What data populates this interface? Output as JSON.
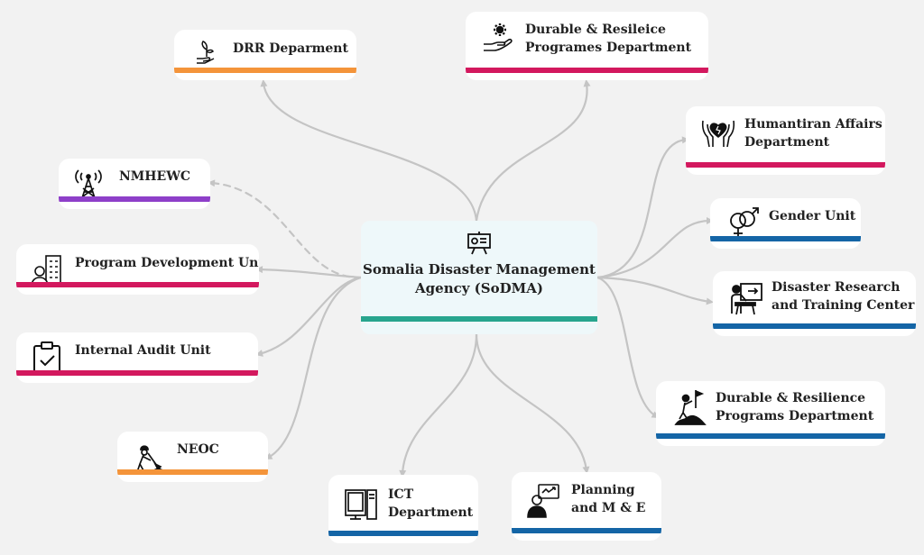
{
  "colors": {
    "orange": "#f4943a",
    "crimson": "#d3185e",
    "purple": "#8e3fc9",
    "blue": "#1465a6",
    "teal": "#27a58e",
    "connector": "#c4c4c4"
  },
  "center": {
    "line1": "Somalia Disaster Management",
    "line2": "Agency (SoDMA)",
    "icon": "presentation-board-icon"
  },
  "nodes": {
    "drr": {
      "line1": "DRR Deparment",
      "icon": "hand-plant-icon",
      "bar": "orange"
    },
    "durable_top": {
      "line1": "Durable & Resileice",
      "line2": "Programes Department",
      "icon": "hand-gear-icon",
      "bar": "crimson"
    },
    "humanitarian": {
      "line1": "Humantiran Affairs",
      "line2": "Department",
      "icon": "hands-heart-icon",
      "bar": "crimson"
    },
    "nmhewc": {
      "line1": "NMHEWC",
      "icon": "radio-tower-icon",
      "bar": "purple"
    },
    "gender": {
      "line1": "Gender Unit",
      "icon": "gender-symbol-icon",
      "bar": "blue"
    },
    "program_dev": {
      "line1": "Program Development Unit",
      "icon": "person-building-icon",
      "bar": "crimson"
    },
    "research": {
      "line1": "Disaster Research",
      "line2": "and Training Center",
      "icon": "teacher-board-icon",
      "bar": "blue"
    },
    "audit": {
      "line1": "Internal Audit Unit",
      "icon": "clipboard-check-icon",
      "bar": "crimson"
    },
    "durable_right": {
      "line1": "Durable & Resilience",
      "line2": "Programs Department",
      "icon": "climber-flag-icon",
      "bar": "blue"
    },
    "neoc": {
      "line1": "NEOC",
      "icon": "worker-digging-icon",
      "bar": "orange"
    },
    "ict": {
      "line1": "ICT",
      "line2": "Department",
      "icon": "computer-tower-icon",
      "bar": "blue"
    },
    "planning": {
      "line1": "Planning",
      "line2": "and M & E",
      "icon": "person-chart-icon",
      "bar": "blue"
    }
  }
}
